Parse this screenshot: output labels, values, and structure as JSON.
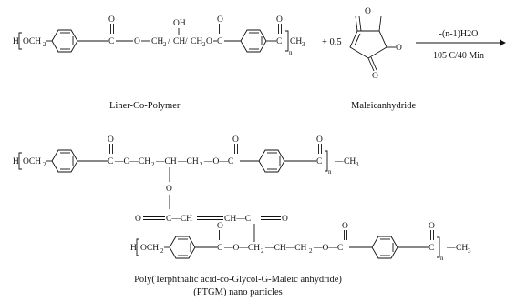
{
  "reaction": {
    "reagent_coefficient": "+ 0.5",
    "condition_top": "-(n-1)H2O",
    "condition_bottom": "105 C/40 Min"
  },
  "reactant": {
    "name": "Liner-Co-Polymer",
    "end_group_left": "H",
    "unit_start": "OCH",
    "carbonyl_o": "O",
    "hydroxyl": "OH",
    "linker": "O—CH—CH—CH—O—C",
    "repeat_index": "n",
    "end_group_right": "CH"
  },
  "anhydride": {
    "name": "Maleicanhydride",
    "ring_o": "O"
  },
  "product": {
    "name_line1": "Poly(Terphthalic acid-co-Glycol-G-Maleic anhydride)",
    "name_line2": "(PTGM) nano particles",
    "end_group_left": "H",
    "unit_start": "OCH",
    "o": "O",
    "graft_left": "O",
    "graft_mid": "C—CH",
    "graft_right": "CH—C",
    "graft_end": "O",
    "repeat_index": "n",
    "end_group_right": "CH"
  }
}
